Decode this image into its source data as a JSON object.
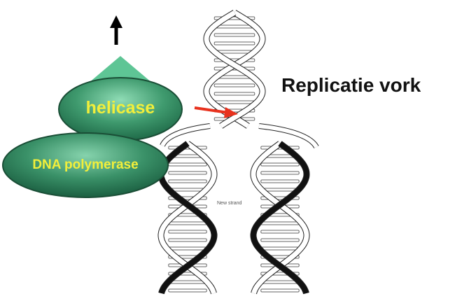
{
  "labels": {
    "fork": "Replicatie vork",
    "helicase": "helicase",
    "polymerase": "DNA polymerase",
    "new_strand": "New strand"
  },
  "colors": {
    "enzyme_green": "#3f9a6e",
    "enzyme_green_light": "#79d0a6",
    "enzyme_text": "#f2ef3a",
    "pointer_red": "#e8321e",
    "old_strand": "#ffffff",
    "new_strand": "#111111"
  },
  "icons": {
    "direction": "up-arrow-icon",
    "pointer": "red-arrow-icon"
  }
}
